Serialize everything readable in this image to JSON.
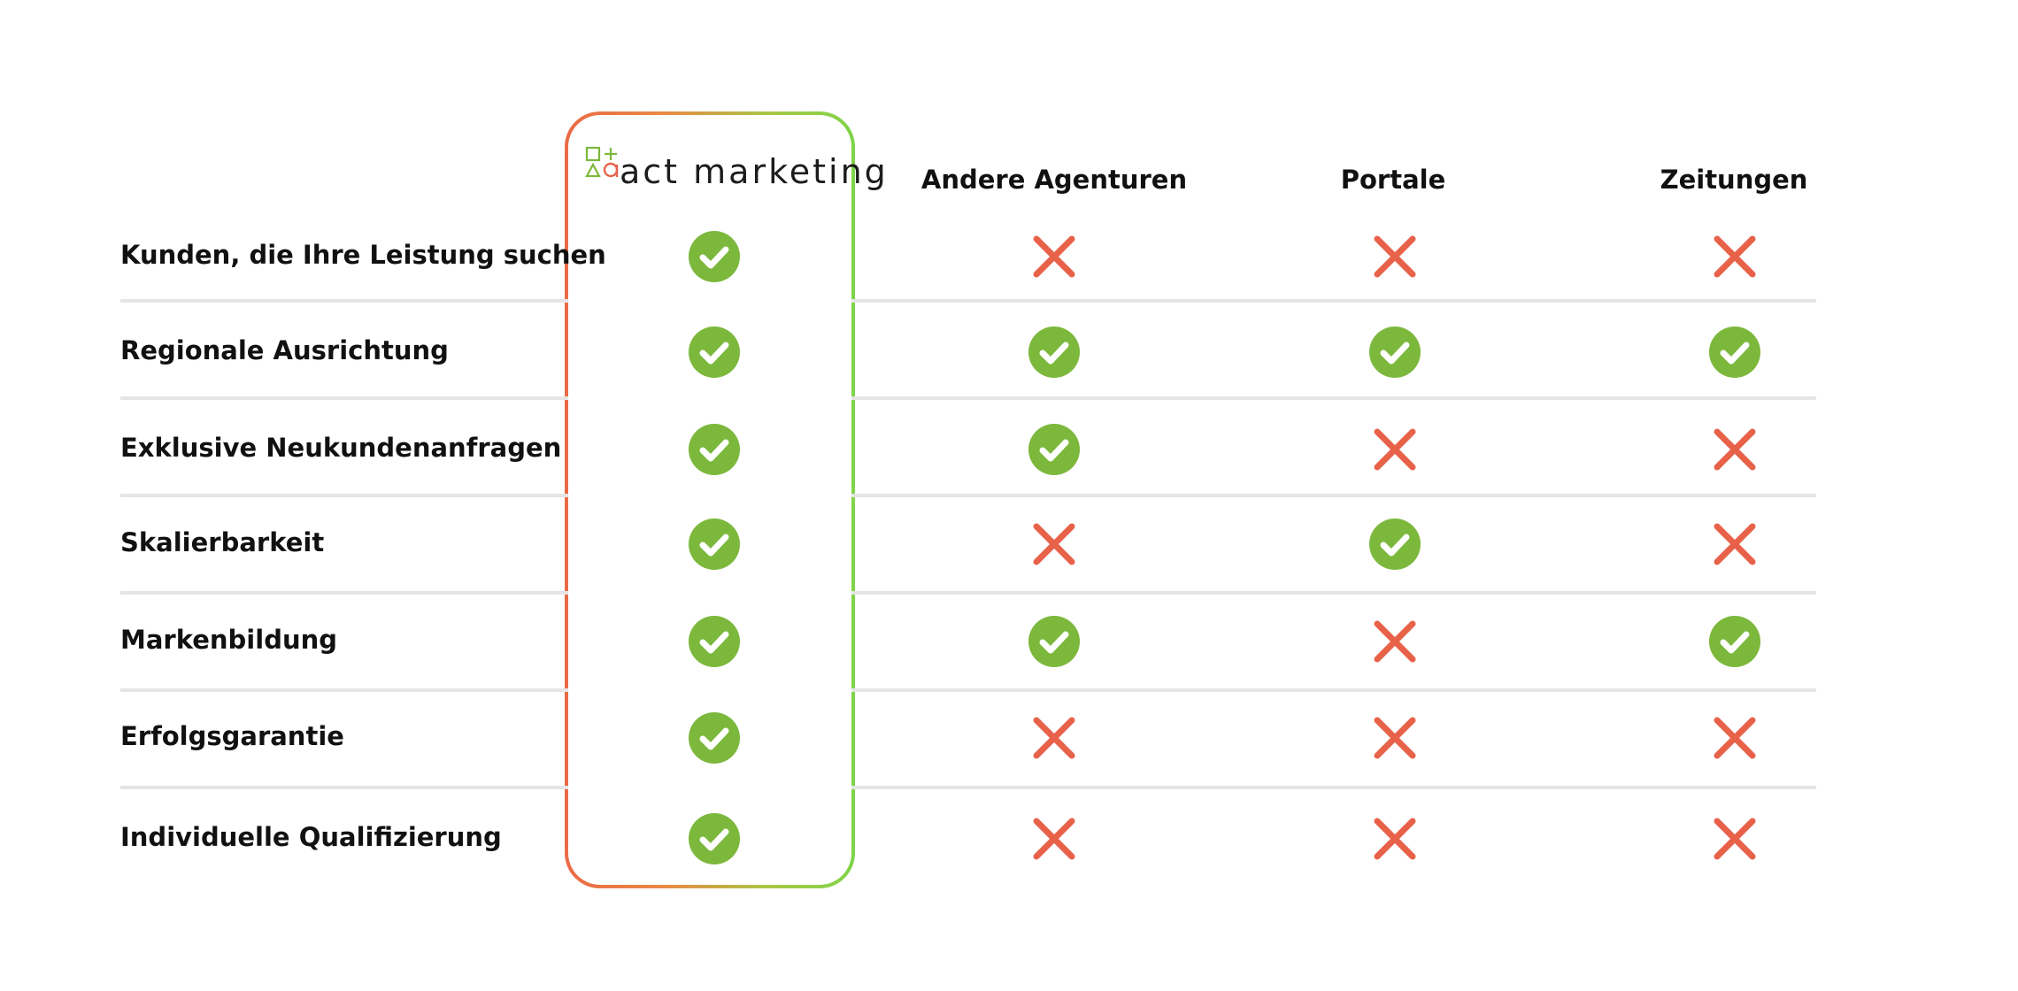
{
  "brand": {
    "name": "act marketing",
    "logo_shapes": [
      "square-icon",
      "plus-icon",
      "triangle-icon",
      "circle-a-icon"
    ],
    "color_green": "#7cb83c",
    "color_red": "#e8624a"
  },
  "columns": [
    {
      "key": "act",
      "label": "act marketing"
    },
    {
      "key": "agenturen",
      "label": "Andere Agenturen"
    },
    {
      "key": "portale",
      "label": "Portale"
    },
    {
      "key": "zeitungen",
      "label": "Zeitungen"
    }
  ],
  "rows": [
    {
      "label": "Kunden, die Ihre Leistung suchen",
      "values": [
        true,
        false,
        false,
        false
      ]
    },
    {
      "label": "Regionale Ausrichtung",
      "values": [
        true,
        true,
        true,
        true
      ]
    },
    {
      "label": "Exklusive Neukundenanfragen",
      "values": [
        true,
        true,
        false,
        false
      ]
    },
    {
      "label": "Skalierbarkeit",
      "values": [
        true,
        false,
        true,
        false
      ]
    },
    {
      "label": "Markenbildung",
      "values": [
        true,
        true,
        false,
        true
      ]
    },
    {
      "label": "Erfolgsgarantie",
      "values": [
        true,
        false,
        false,
        false
      ]
    },
    {
      "label": "Individuelle Qualifizierung",
      "values": [
        true,
        false,
        false,
        false
      ]
    }
  ],
  "colors": {
    "check": "#7cb83c",
    "cross": "#e8624a",
    "divider": "#e5e5e5"
  }
}
